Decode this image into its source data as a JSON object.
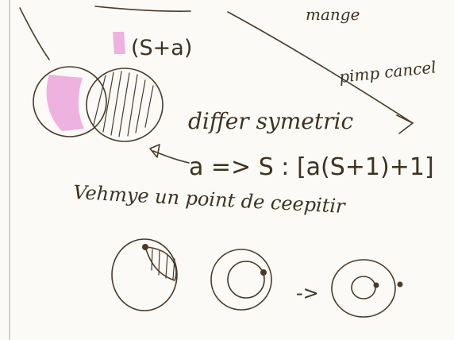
{
  "notes": {
    "top_right": "mange",
    "right_side": "pimp cancel",
    "label_sa": "(S+a)",
    "differ": "differ symetric",
    "formula": "a => S : [a(S+1)+1]",
    "bottom_line": "Vehmye un point de ceepitir",
    "arrow": "->"
  },
  "colors": {
    "ink": "#4b3a2a",
    "highlight": "#e89ad8",
    "paper": "#fbfaf6",
    "margin_line": "#b9b3ad"
  }
}
